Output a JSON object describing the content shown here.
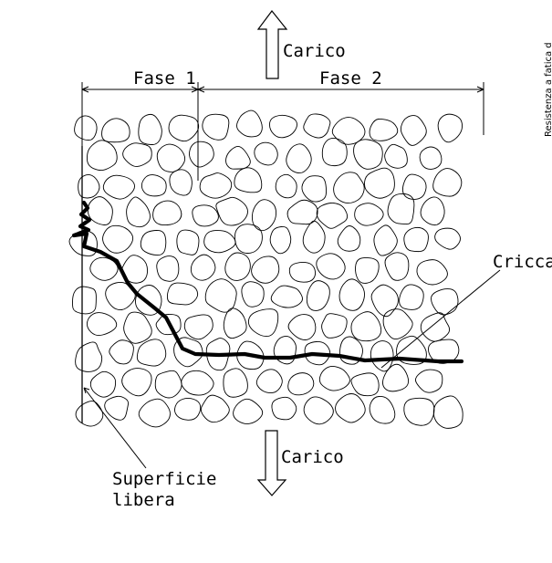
{
  "labels": {
    "load_top": "Carico",
    "load_bottom": "Carico",
    "phase1": "Fase 1",
    "phase2": "Fase 2",
    "crack": "Cricca",
    "free_surface_line1": "Superficie",
    "free_surface_line2": "libera",
    "side_caption": "Resistenza a fatica d"
  },
  "colors": {
    "ink": "#000000",
    "paper": "#ffffff"
  }
}
